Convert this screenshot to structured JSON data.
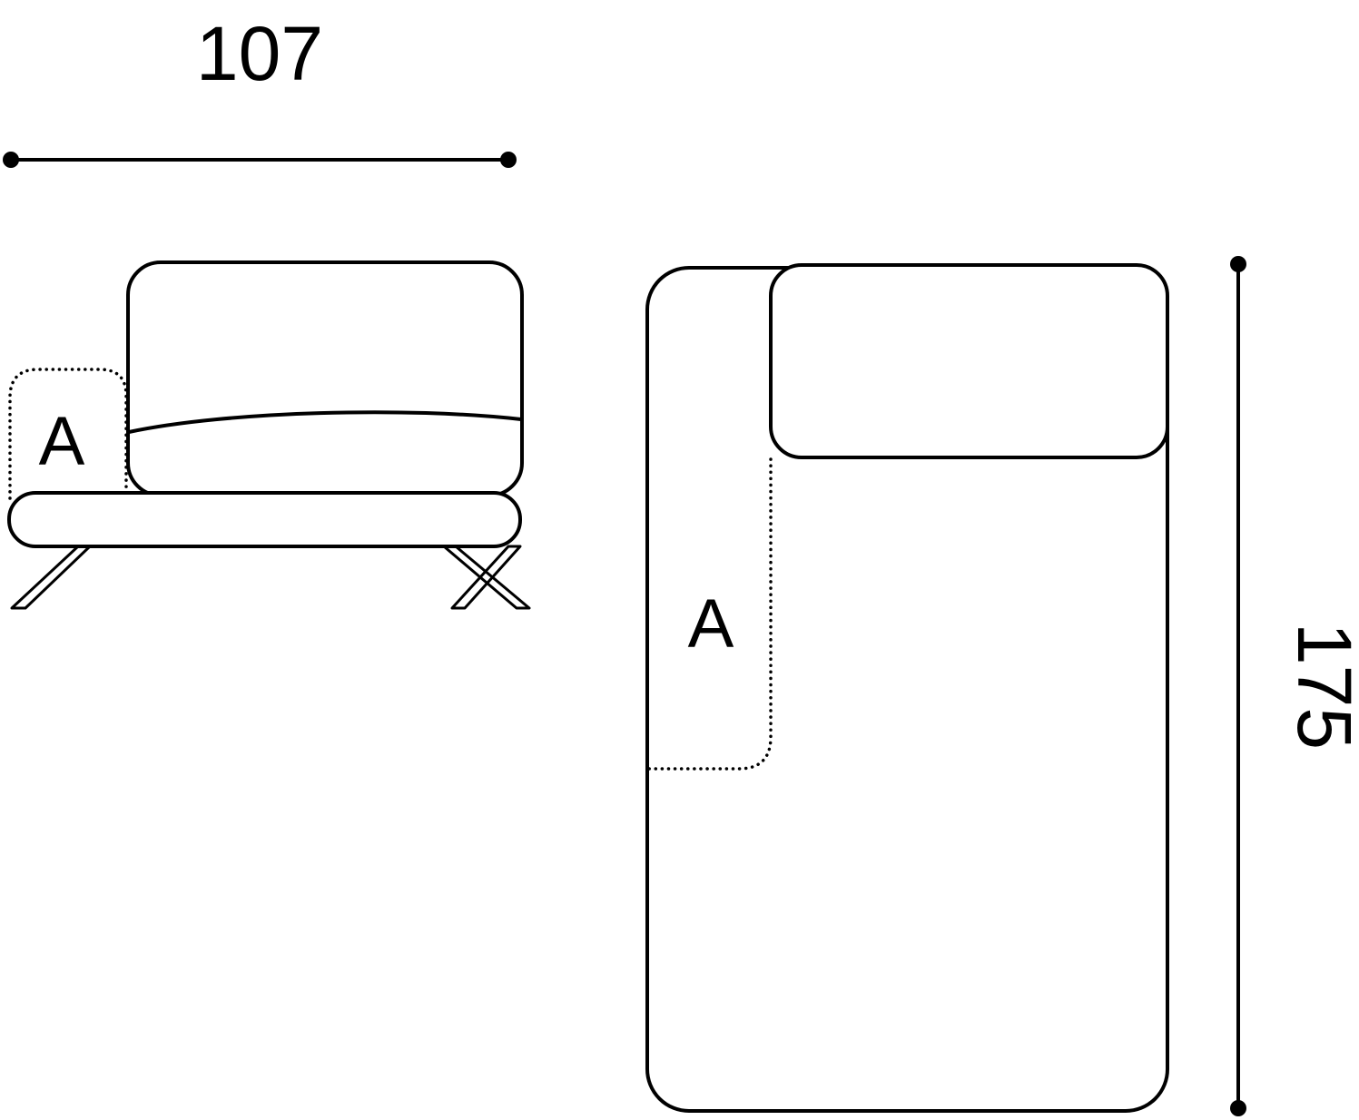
{
  "diagram": {
    "dimensions": {
      "width": "107",
      "depth": "175"
    },
    "labels": {
      "front_armrest": "A",
      "top_armrest": "A"
    },
    "colors": {
      "line": "#000000",
      "background": "#ffffff"
    }
  }
}
